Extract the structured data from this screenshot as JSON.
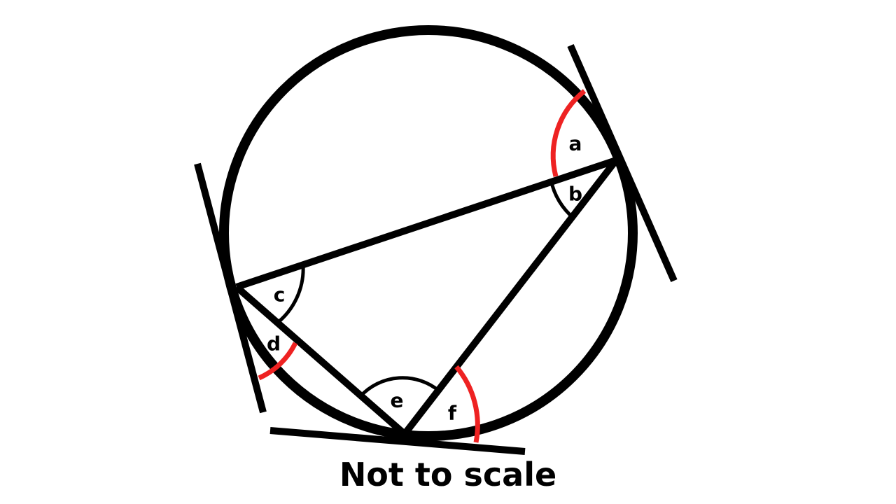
{
  "caption": "Not to scale",
  "labels": {
    "a": "a",
    "b": "b",
    "c": "c",
    "d": "d",
    "e": "e",
    "f": "f"
  },
  "colors": {
    "line": "#000000",
    "highlight": "#ee2222",
    "background": "#ffffff"
  }
}
